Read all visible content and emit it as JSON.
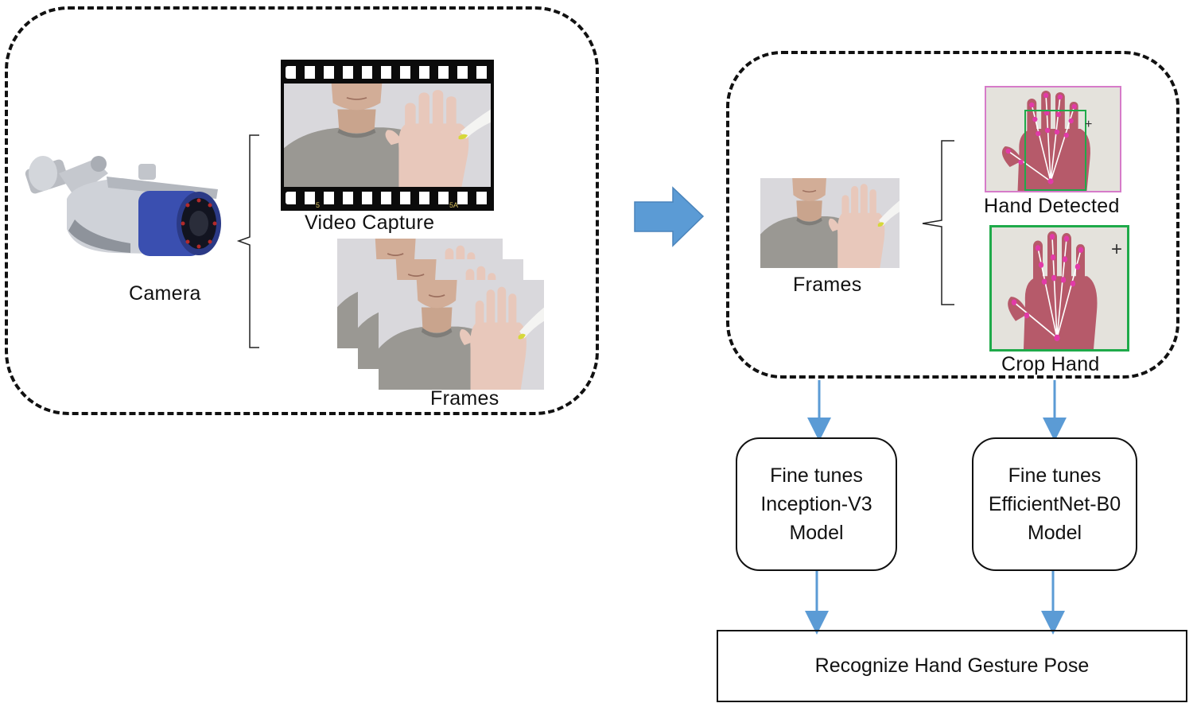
{
  "capture_stage": {
    "camera_label": "Camera",
    "video_label": "Video Capture",
    "frames_label": "Frames",
    "film_numbers": [
      "5",
      "5A"
    ]
  },
  "detection_stage": {
    "frames_label": "Frames",
    "hand_detected_label": "Hand Detected",
    "crop_hand_label": "Crop Hand"
  },
  "models": {
    "inception": [
      "Fine tunes",
      "Inception-V3",
      "Model"
    ],
    "efficientnet": [
      "Fine tunes",
      "EfficientNet-B0",
      "Model"
    ]
  },
  "result_label": "Recognize Hand Gesture Pose",
  "colors": {
    "arrow_blue": "#5b9bd5",
    "big_arrow_fill": "#5b9bd5",
    "landmark_magenta": "#c2258f",
    "bbox_green": "#1faa4a",
    "camera_blue": "#3a4fb0"
  }
}
